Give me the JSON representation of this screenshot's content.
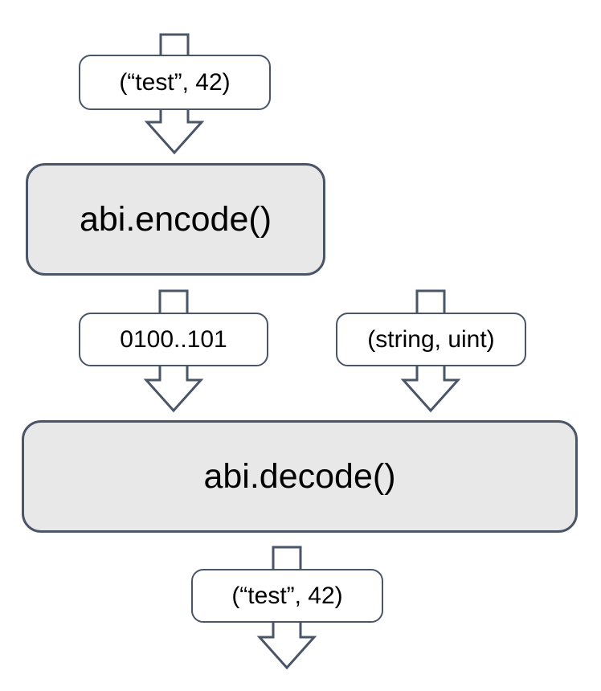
{
  "diagram": {
    "colors": {
      "stroke": "#4a5568",
      "process_fill": "#e8e8e8",
      "label_fill": "#ffffff",
      "text": "#000000",
      "background": "#ffffff"
    },
    "nodes": {
      "input_tuple": {
        "label": "(“test”, 42)"
      },
      "encode_fn": {
        "label": "abi.encode()"
      },
      "encoded_bytes": {
        "label": "0100..101"
      },
      "types_tuple": {
        "label": "(string, uint)"
      },
      "decode_fn": {
        "label": "abi.decode()"
      },
      "output_tuple": {
        "label": "(“test”, 42)"
      }
    }
  }
}
